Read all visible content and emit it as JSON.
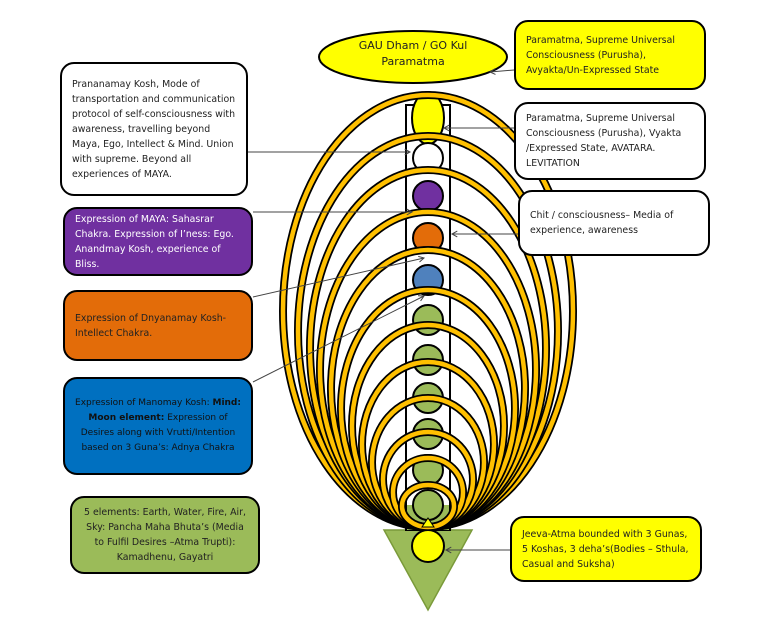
{
  "title_ellipse": {
    "line1": "GAU Dham / GO Kul",
    "line2": "Paramatma"
  },
  "left_boxes": [
    {
      "id": "pranamay",
      "text": "Prananamay Kosh, Mode of transportation and communication protocol of self-consciousness with awareness, travelling beyond Maya, Ego, Intellect & Mind. Union with supreme. Beyond all experiences of MAYA.",
      "color": "#ffffff"
    },
    {
      "id": "maya",
      "text": "Expression of MAYA:  Sahasrar Chakra. Expression of I’ness: Ego. Anandmay Kosh, experience of Bliss.",
      "color": "#7030a0"
    },
    {
      "id": "dnyanamay",
      "text": "Expression of Dnyanamay Kosh-Intellect Chakra.",
      "color": "#e36c09"
    },
    {
      "id": "manomay",
      "text_part1": "Expression of Manomay Kosh: ",
      "text_bold1": "Mind: Moon element:",
      "text_part2": " Expression of Desires along with Vrutti/Intention based on 3 Guna’s: Adnya Chakra",
      "color": "#0070c0"
    },
    {
      "id": "elements",
      "text": "5 elements: Earth, Water, Fire, Air, Sky: Pancha Maha Bhuta’s (Media to Fulfil Desires –Atma Trupti): Kamadhenu, Gayatri",
      "color": "#9bbb59"
    }
  ],
  "right_boxes": [
    {
      "id": "avyakta",
      "text": "Paramatma, Supreme  Universal Consciousness (Purusha), Avyakta/Un-Expressed State",
      "color": "#ffff00"
    },
    {
      "id": "vyakta",
      "text": "Paramatma, Supreme  Universal Consciousness (Purusha), Vyakta /Expressed State,  AVATARA. LEVITATION",
      "color": "#ffffff"
    },
    {
      "id": "chit",
      "text": "Chit / consciousness– Media of experience, awareness",
      "color": "#ffffff"
    },
    {
      "id": "jeeva",
      "text": "Jeeva-Atma  bounded with 3 Gunas, 5 Koshas, 3 deha’s(Bodies – Sthula, Casual and Suksha)",
      "color": "#ffff00"
    }
  ],
  "chakras": [
    {
      "name": "crown-yellow",
      "color": "#ffff00"
    },
    {
      "name": "white",
      "color": "#ffffff"
    },
    {
      "name": "purple",
      "color": "#7030a0"
    },
    {
      "name": "orange",
      "color": "#e36c09"
    },
    {
      "name": "blue",
      "color": "#4f81bd"
    },
    {
      "name": "green-1",
      "color": "#9bbb59"
    },
    {
      "name": "green-2",
      "color": "#9bbb59"
    },
    {
      "name": "green-3",
      "color": "#9bbb59"
    },
    {
      "name": "green-4",
      "color": "#9bbb59"
    },
    {
      "name": "green-5",
      "color": "#9bbb59"
    },
    {
      "name": "green-6",
      "color": "#9bbb59"
    },
    {
      "name": "base-yellow",
      "color": "#ffff00"
    }
  ],
  "colors": {
    "ring": "#ffc000",
    "outline": "#000000",
    "triangle": "#9bbb59",
    "connector": "#555555"
  }
}
